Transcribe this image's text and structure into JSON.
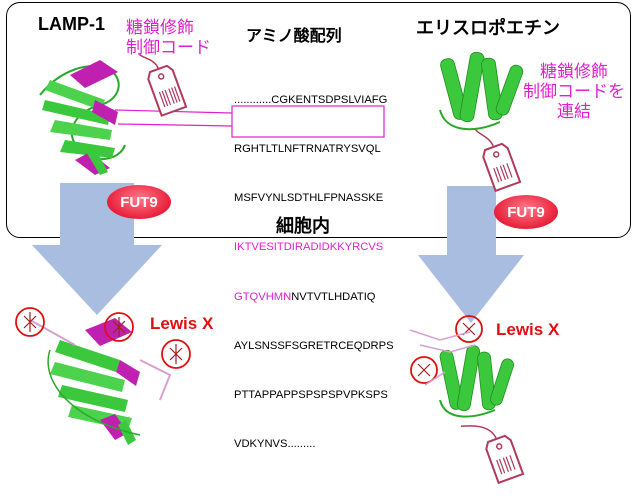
{
  "left": {
    "protein_name": "LAMP-1",
    "tag_label": [
      "糖鎖修飾",
      "制御コード"
    ]
  },
  "sequence": {
    "title": "アミノ酸配列",
    "lines": [
      {
        "plain": "............CGKENTSDPSLVIAFG",
        "hl": ""
      },
      {
        "plain": "RGHTLTLNFTRNATRYSVQL",
        "hl": ""
      },
      {
        "plain": "MSFVYNLSDTHLFPNASSKE",
        "hl": ""
      },
      {
        "plain": "",
        "hl": "IKTVESITDIRADIDKKYRCVS"
      },
      {
        "hl": "GTQVHMN",
        "plain": "NVTVTLHDATIQ"
      },
      {
        "plain": "AYLSNSSFSGRETRCEQDRPS",
        "hl": ""
      },
      {
        "plain": "PTTAPPAPPSPSPSPVPKSPS",
        "hl": ""
      },
      {
        "plain": "VDKYNVS.........",
        "hl": ""
      }
    ]
  },
  "right": {
    "protein_name": "エリスロポエチン",
    "tag_label": [
      "糖鎖修飾",
      "制御コードを",
      "連結"
    ]
  },
  "enzyme": {
    "left": "FUT9",
    "right": "FUT9"
  },
  "compartment_label": "細胞内",
  "product": {
    "left": "Lewis X",
    "right": "Lewis X"
  },
  "colors": {
    "magenta": "#e020d0",
    "green": "#3cc83c",
    "arrow": "#a9bde0",
    "red": "#e01010",
    "tag": "#b03a5a"
  }
}
